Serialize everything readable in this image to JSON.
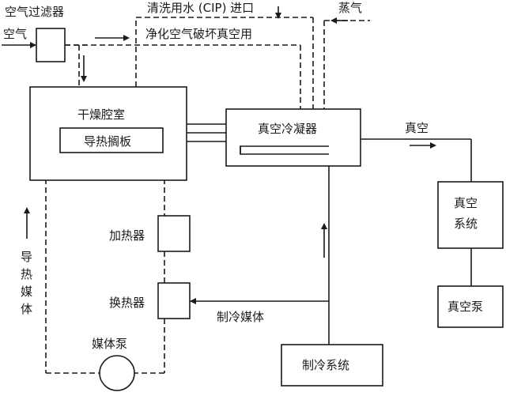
{
  "labels": {
    "air_filter": "空气过滤器",
    "air": "空气",
    "cip_inlet": "清洗用水 (CIP) 进口",
    "steam": "蒸气",
    "purified_air": "净化空气破坏真空用",
    "drying_chamber": "干燥腔室",
    "heat_shelf": "导热搁板",
    "vacuum_condenser": "真空冷凝器",
    "vacuum": "真空",
    "vacuum_system_line1": "真空",
    "vacuum_system_line2": "系统",
    "vacuum_pump": "真空泵",
    "heater": "加热器",
    "heat_exchanger": "换热器",
    "refrigerant": "制冷媒体",
    "medium_pump": "媒体泵",
    "refrigeration_system": "制冷系统",
    "heat_medium_vertical": [
      "导",
      "热",
      "媒",
      "体"
    ]
  }
}
